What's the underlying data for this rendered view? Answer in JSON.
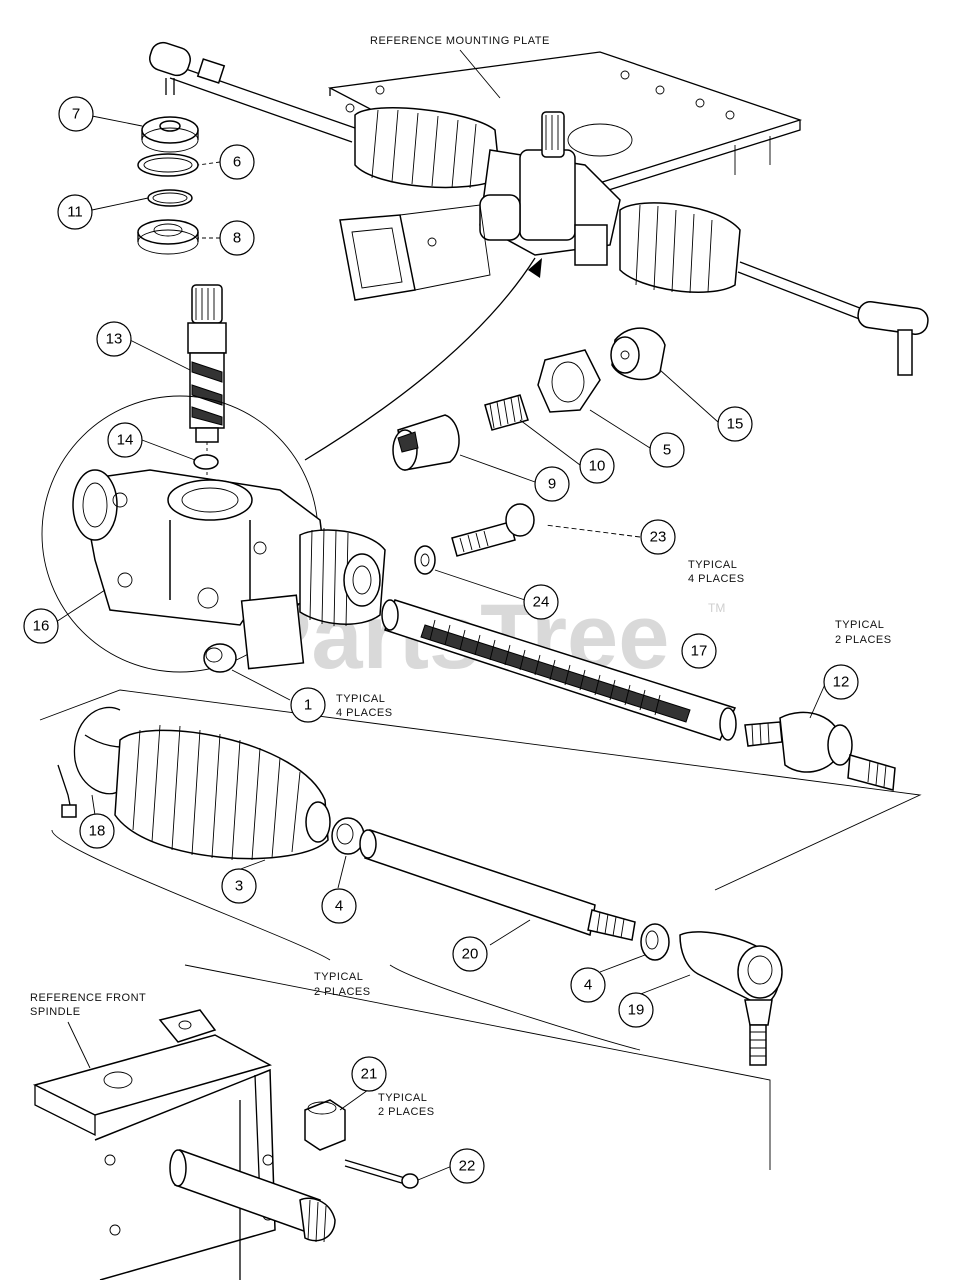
{
  "watermark": {
    "text": "PartsTree",
    "tm": "TM"
  },
  "reference_labels": {
    "mounting_plate": "REFERENCE MOUNTING PLATE",
    "front_spindle_line1": "REFERENCE FRONT",
    "front_spindle_line2": "SPINDLE"
  },
  "notes": [
    {
      "id": "note-23",
      "line1": "TYPICAL",
      "line2": "4 PLACES"
    },
    {
      "id": "note-12",
      "line1": "TYPICAL",
      "line2": "2 PLACES"
    },
    {
      "id": "note-1",
      "line1": "TYPICAL",
      "line2": "4 PLACES"
    },
    {
      "id": "note-20",
      "line1": "TYPICAL",
      "line2": "2 PLACES"
    },
    {
      "id": "note-21",
      "line1": "TYPICAL",
      "line2": "2 PLACES"
    }
  ],
  "callouts": [
    "7",
    "6",
    "11",
    "8",
    "13",
    "14",
    "16",
    "15",
    "5",
    "10",
    "9",
    "23",
    "24",
    "17",
    "12",
    "1",
    "18",
    "3",
    "4",
    "20",
    "4",
    "19",
    "21",
    "22"
  ]
}
